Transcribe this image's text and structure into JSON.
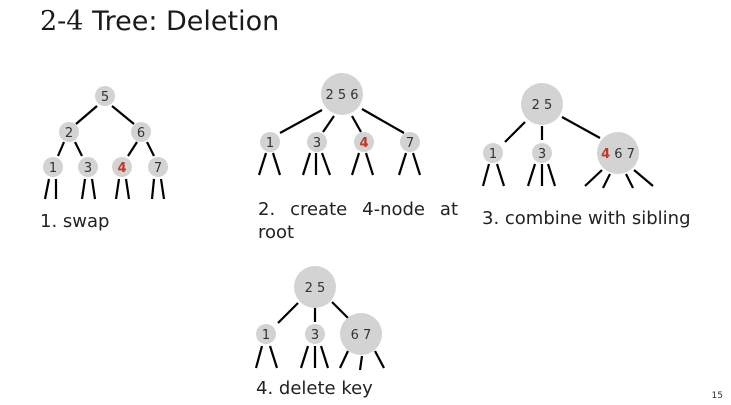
{
  "title": {
    "prefix": "2-4",
    "text": "Tree: Deletion"
  },
  "captions": {
    "swap": "1. swap",
    "create": "2.   create  4-node  at root",
    "combine": "3. combine with sibling",
    "delete": "4. delete key"
  },
  "page_number": "15",
  "diagrams": {
    "swap": {
      "root": "5",
      "mid_left": "2",
      "mid_right": "6",
      "leaves": [
        "1",
        "3",
        "4",
        "7"
      ],
      "highlight": "4"
    },
    "create": {
      "root": "2 5 6",
      "children": [
        "1",
        "3",
        "4",
        "7"
      ],
      "highlight": "4"
    },
    "combine": {
      "root": "2 5",
      "children": [
        "1",
        "3"
      ],
      "merged_highlight": "4",
      "merged_rest": "6 7"
    },
    "delete": {
      "root": "2 5",
      "children": [
        "1",
        "3",
        "6 7"
      ]
    }
  },
  "colors": {
    "node": "#d3d3d3",
    "highlight": "#c0392b",
    "edge": "#000000"
  }
}
